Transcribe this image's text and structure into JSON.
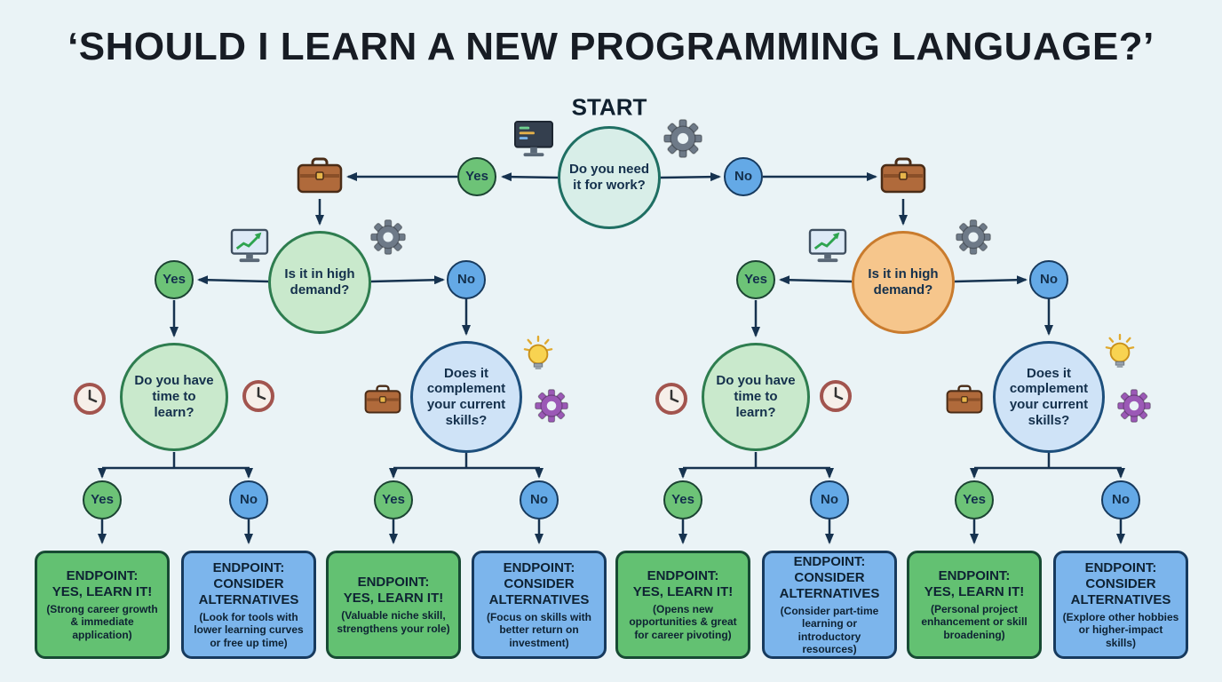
{
  "title": "‘SHOULD I LEARN A NEW PROGRAMMING LANGUAGE?’",
  "start_label": "START",
  "nodes": {
    "root": "Do you need it for work?",
    "demand": "Is it in high demand?",
    "time": "Do you have time to learn?",
    "complement": "Does it complement your current skills?",
    "yes": "Yes",
    "no": "No"
  },
  "endpoints": [
    {
      "label": "ENDPOINT:",
      "result": "YES, LEARN IT!",
      "detail": "(Strong career growth & immediate application)",
      "variant": "green"
    },
    {
      "label": "ENDPOINT:",
      "result": "CONSIDER ALTERNATIVES",
      "detail": "(Look for tools with lower learning curves or free up time)",
      "variant": "blue"
    },
    {
      "label": "ENDPOINT:",
      "result": "YES, LEARN IT!",
      "detail": "(Valuable niche skill, strengthens your role)",
      "variant": "green"
    },
    {
      "label": "ENDPOINT:",
      "result": "CONSIDER ALTERNATIVES",
      "detail": "(Focus on skills with better return on investment)",
      "variant": "blue"
    },
    {
      "label": "ENDPOINT:",
      "result": "YES, LEARN IT!",
      "detail": "(Opens new opportunities & great for career pivoting)",
      "variant": "green"
    },
    {
      "label": "ENDPOINT:",
      "result": "CONSIDER ALTERNATIVES",
      "detail": "(Consider part-time learning or introductory resources)",
      "variant": "blue"
    },
    {
      "label": "ENDPOINT:",
      "result": "YES, LEARN IT!",
      "detail": "(Personal project enhancement or skill broadening)",
      "variant": "green"
    },
    {
      "label": "ENDPOINT:",
      "result": "CONSIDER ALTERNATIVES",
      "detail": "(Explore other hobbies or higher-impact skills)",
      "variant": "blue"
    }
  ],
  "icons": [
    "monitor-code-icon",
    "gear-icon",
    "briefcase-icon",
    "monitor-chart-icon",
    "clock-icon",
    "lightbulb-icon"
  ],
  "colors": {
    "background": "#eaf3f6",
    "arrow": "#16324f",
    "yes_fill": "#6dc377",
    "no_fill": "#64a9e6",
    "green_node": "#c9e9cc",
    "orange_node": "#f6c68c",
    "blue_node": "#cfe3f7",
    "teal_node": "#d8eee8",
    "endpoint_green": "#63c172",
    "endpoint_blue": "#7cb5ec",
    "purple_gear": "#9b59b6"
  }
}
